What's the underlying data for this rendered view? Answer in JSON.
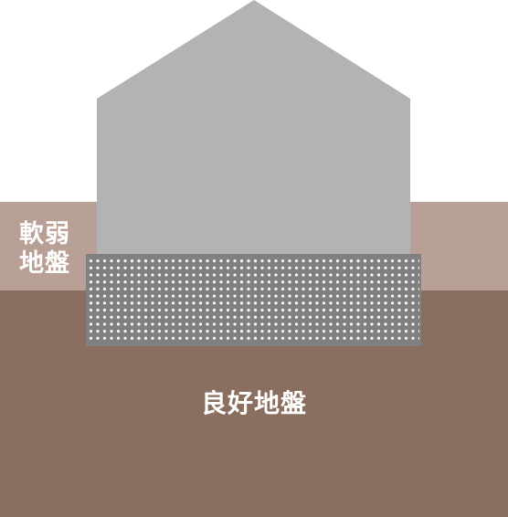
{
  "soft_ground_label": [
    "軟弱",
    "地盤"
  ],
  "good_ground_label": "良好地盤",
  "colors": {
    "background": "#ffffff",
    "house": "#b3b3b3",
    "soft_ground": "#b8a097",
    "good_ground": "#8a6e5f",
    "improved_ground": "#808080",
    "dots": "#ffffff",
    "text": "#ffffff"
  },
  "icons": {
    "house": "house-silhouette",
    "improved_ground": "dotted-ground-improvement-block"
  }
}
